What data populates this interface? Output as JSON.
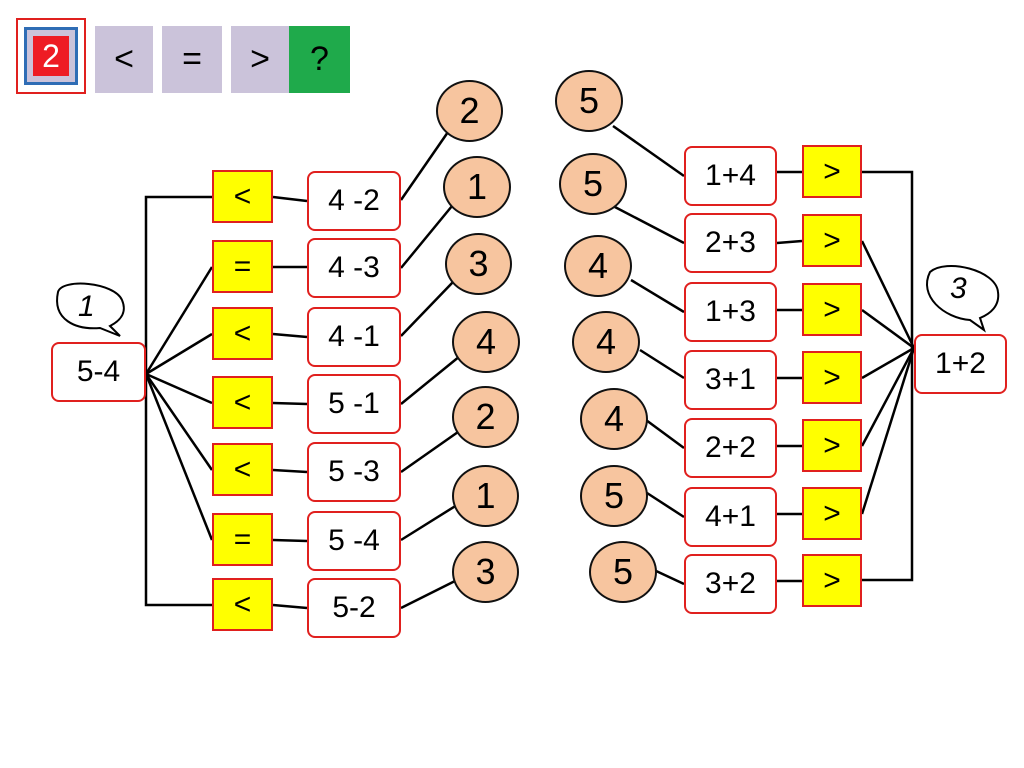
{
  "toolbar": {
    "level": "2",
    "buttons": [
      "<",
      "=",
      ">",
      "?"
    ]
  },
  "left": {
    "source": "5-4",
    "bubble": "1",
    "rows": [
      {
        "sign": "<",
        "expr": "4 -2",
        "answer": "2"
      },
      {
        "sign": "=",
        "expr": "4 -3",
        "answer": "1"
      },
      {
        "sign": "<",
        "expr": "4 -1",
        "answer": "3"
      },
      {
        "sign": "<",
        "expr": "5 -1",
        "answer": "4"
      },
      {
        "sign": "<",
        "expr": "5 -3",
        "answer": "2"
      },
      {
        "sign": "=",
        "expr": "5 -4",
        "answer": "1"
      },
      {
        "sign": "<",
        "expr": "5-2",
        "answer": "3"
      }
    ]
  },
  "right": {
    "source": "1+2",
    "bubble": "3",
    "rows": [
      {
        "answer": "5",
        "expr": "1+4",
        "sign": ">"
      },
      {
        "answer": "5",
        "expr": "2+3",
        "sign": ">"
      },
      {
        "answer": "4",
        "expr": "1+3",
        "sign": ">"
      },
      {
        "answer": "4",
        "expr": "3+1",
        "sign": ">"
      },
      {
        "answer": "4",
        "expr": "2+2",
        "sign": ">"
      },
      {
        "answer": "5",
        "expr": "4+1",
        "sign": ">"
      },
      {
        "answer": "5",
        "expr": "3+2",
        "sign": ">"
      }
    ]
  }
}
